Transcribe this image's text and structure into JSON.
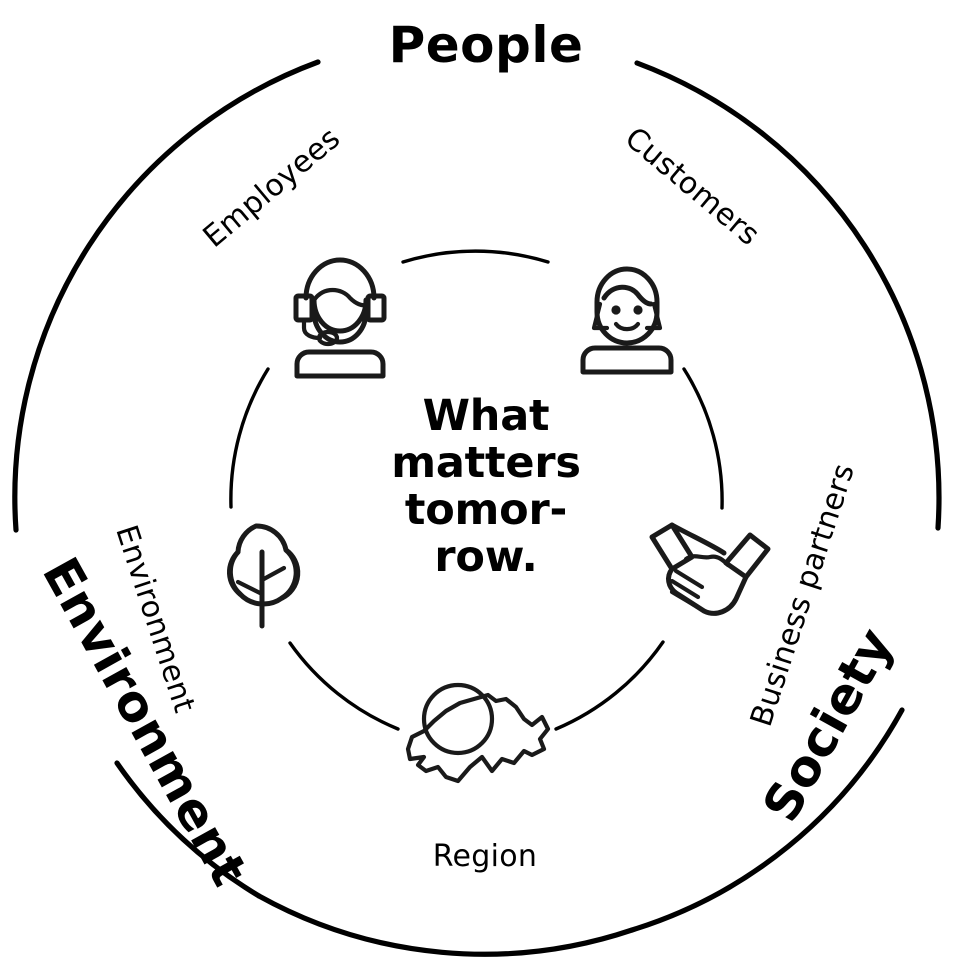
{
  "diagram": {
    "type": "concentric-stakeholder-circle",
    "center_text": {
      "lines": [
        "What",
        "matters",
        "tomor-",
        "row."
      ],
      "full_text": "What matters tomorrow."
    },
    "outer_ring": {
      "items": [
        {
          "label": "People",
          "position": "top",
          "rotation": 0
        },
        {
          "label": "Society",
          "position": "bottom-right",
          "rotation": -60
        },
        {
          "label": "Environment",
          "position": "bottom-left",
          "rotation": 60
        }
      ]
    },
    "inner_ring": {
      "items": [
        {
          "label": "Employees",
          "icon": "headset-person-icon",
          "position": "top-left",
          "rotation": -40
        },
        {
          "label": "Customers",
          "icon": "smiling-person-icon",
          "position": "top-right",
          "rotation": 40
        },
        {
          "label": "Business partners",
          "icon": "handshake-icon",
          "position": "right",
          "rotation": -72
        },
        {
          "label": "Region",
          "icon": "switzerland-map-icon",
          "position": "bottom",
          "rotation": 0
        },
        {
          "label": "Environment",
          "icon": "tree-icon",
          "position": "left",
          "rotation": 72
        }
      ]
    },
    "colors": {
      "stroke": "#000000",
      "icon": "#1a1a1a",
      "background": "#ffffff"
    }
  }
}
